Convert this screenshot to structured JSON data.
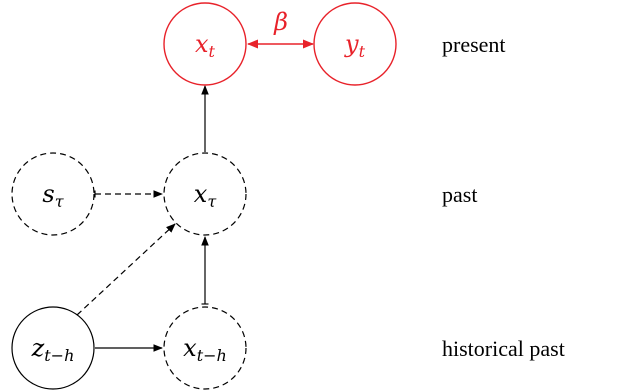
{
  "colors": {
    "present": "#e8222a",
    "default": "#000000"
  },
  "nodes": {
    "x_t": {
      "base": "x",
      "sub": "t"
    },
    "y_t": {
      "base": "y",
      "sub": "t"
    },
    "s_tau": {
      "base": "s",
      "sub": "τ"
    },
    "x_tau": {
      "base": "x",
      "sub": "τ"
    },
    "z_th": {
      "base": "z",
      "sub": "t−h"
    },
    "x_th": {
      "base": "x",
      "sub": "t−h"
    }
  },
  "edge_label": "β",
  "row_labels": {
    "present": "present",
    "past": "past",
    "historical": "historical past"
  }
}
